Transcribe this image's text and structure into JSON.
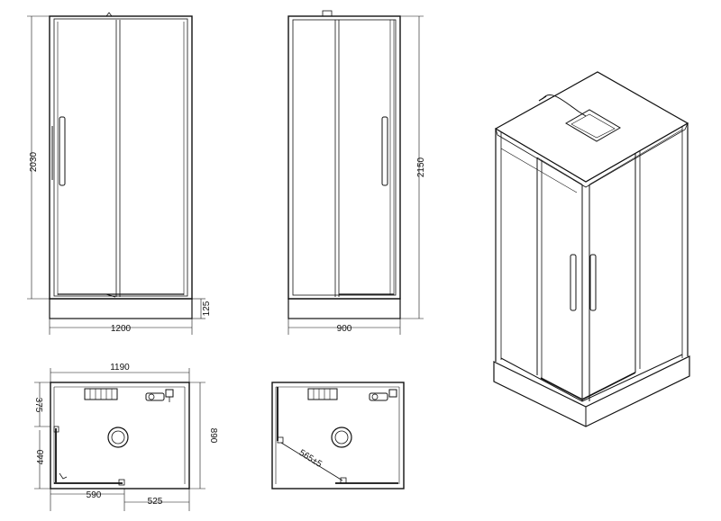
{
  "front_view": {
    "width_label": "1200",
    "height_label": "2030",
    "tray_label": "125"
  },
  "side_view": {
    "width_label": "900",
    "height_label": "2150"
  },
  "plan_view_a": {
    "width_label": "1190",
    "depth_label": "890",
    "offset_label": "375",
    "door_label": "440",
    "opening_label": "590",
    "panel_label": "525"
  },
  "plan_view_b": {
    "diagonal_label": "565±5"
  },
  "colors": {
    "line": "#111111",
    "background": "#ffffff"
  }
}
